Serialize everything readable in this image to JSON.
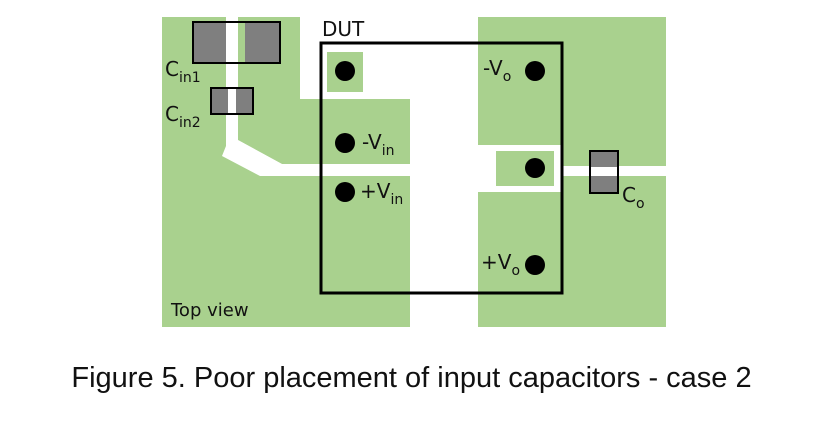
{
  "colors": {
    "copper": "#a9d18e",
    "pad_gray": "#7f7f7f",
    "outline": "#000000",
    "background": "#ffffff"
  },
  "labels": {
    "dut": "DUT",
    "cin1": {
      "main": "C",
      "sub": "in1"
    },
    "cin2": {
      "main": "C",
      "sub": "in2"
    },
    "co": {
      "main": "C",
      "sub": "o"
    },
    "neg_vin": {
      "main": "-V",
      "sub": "in"
    },
    "pos_vin": {
      "main": "+V",
      "sub": "in"
    },
    "neg_vo": {
      "main": "-V",
      "sub": "o"
    },
    "pos_vo": {
      "main": "+V",
      "sub": "o"
    },
    "view": "Top view"
  },
  "caption": "Figure 5. Poor placement of input capacitors - case 2"
}
